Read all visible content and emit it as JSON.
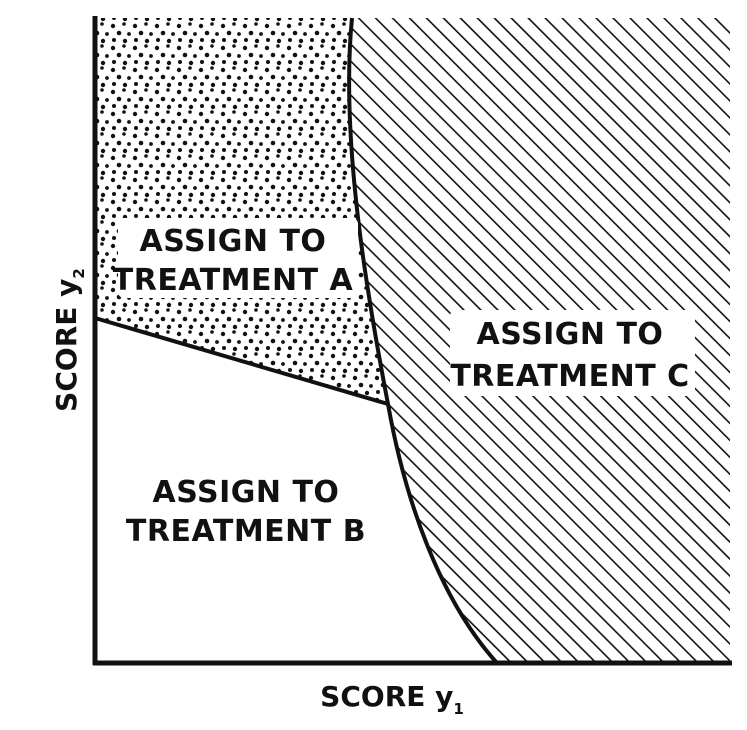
{
  "regions": {
    "a": {
      "line1": "ASSIGN TO",
      "line2": "TREATMENT A",
      "pattern": "stippled"
    },
    "b": {
      "line1": "ASSIGN TO",
      "line2": "TREATMENT B",
      "pattern": "blank"
    },
    "c": {
      "line1": "ASSIGN TO",
      "line2": "TREATMENT C",
      "pattern": "diagonal-hatch"
    }
  },
  "axes": {
    "x": {
      "label": "SCORE y",
      "subscript": "1"
    },
    "y": {
      "label": "SCORE y",
      "subscript": "2"
    }
  },
  "colors": {
    "ink": "#111111",
    "paper": "#ffffff"
  }
}
